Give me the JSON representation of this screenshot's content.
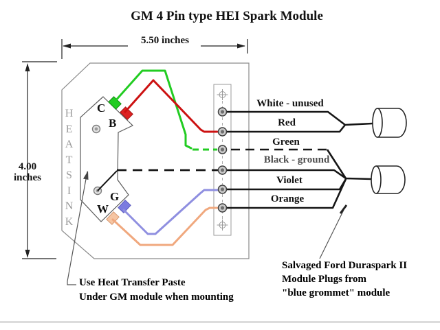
{
  "title": "GM 4 Pin type HEI Spark Module",
  "dimensions": {
    "width_label": "5.50 inches",
    "height_value": "4.00",
    "height_unit": "inches"
  },
  "heatsink": {
    "letters": [
      "H",
      "E",
      "A",
      "T",
      "S",
      "I",
      "N",
      "K"
    ]
  },
  "module": {
    "pin_c": "C",
    "pin_b": "B",
    "pin_g": "G",
    "pin_w": "W"
  },
  "wires": {
    "white": {
      "label": "White - unused"
    },
    "red": {
      "label": "Red"
    },
    "green": {
      "label": "Green"
    },
    "black": {
      "label": "Black - ground"
    },
    "violet": {
      "label": "Violet"
    },
    "orange": {
      "label": "Orange"
    }
  },
  "colors": {
    "green_wire": "#22cc22",
    "red_wire": "#cc1111",
    "violet_wire": "#8f8fe0",
    "orange_wire": "#f0a87e",
    "green_block": "#22cc22",
    "red_block": "#dd2222",
    "violet_block": "#7b7be0",
    "peach_block": "#f6c5a2",
    "line_black": "#161616",
    "outline_gray": "#8a8a8a"
  },
  "annotations": {
    "heat_paste_line1": "Use Heat Transfer Paste",
    "heat_paste_line2": "Under GM module when mounting",
    "plugs_line1": "Salvaged Ford Duraspark II",
    "plugs_line2": "Module Plugs from",
    "plugs_line3": "\"blue grommet\" module"
  }
}
